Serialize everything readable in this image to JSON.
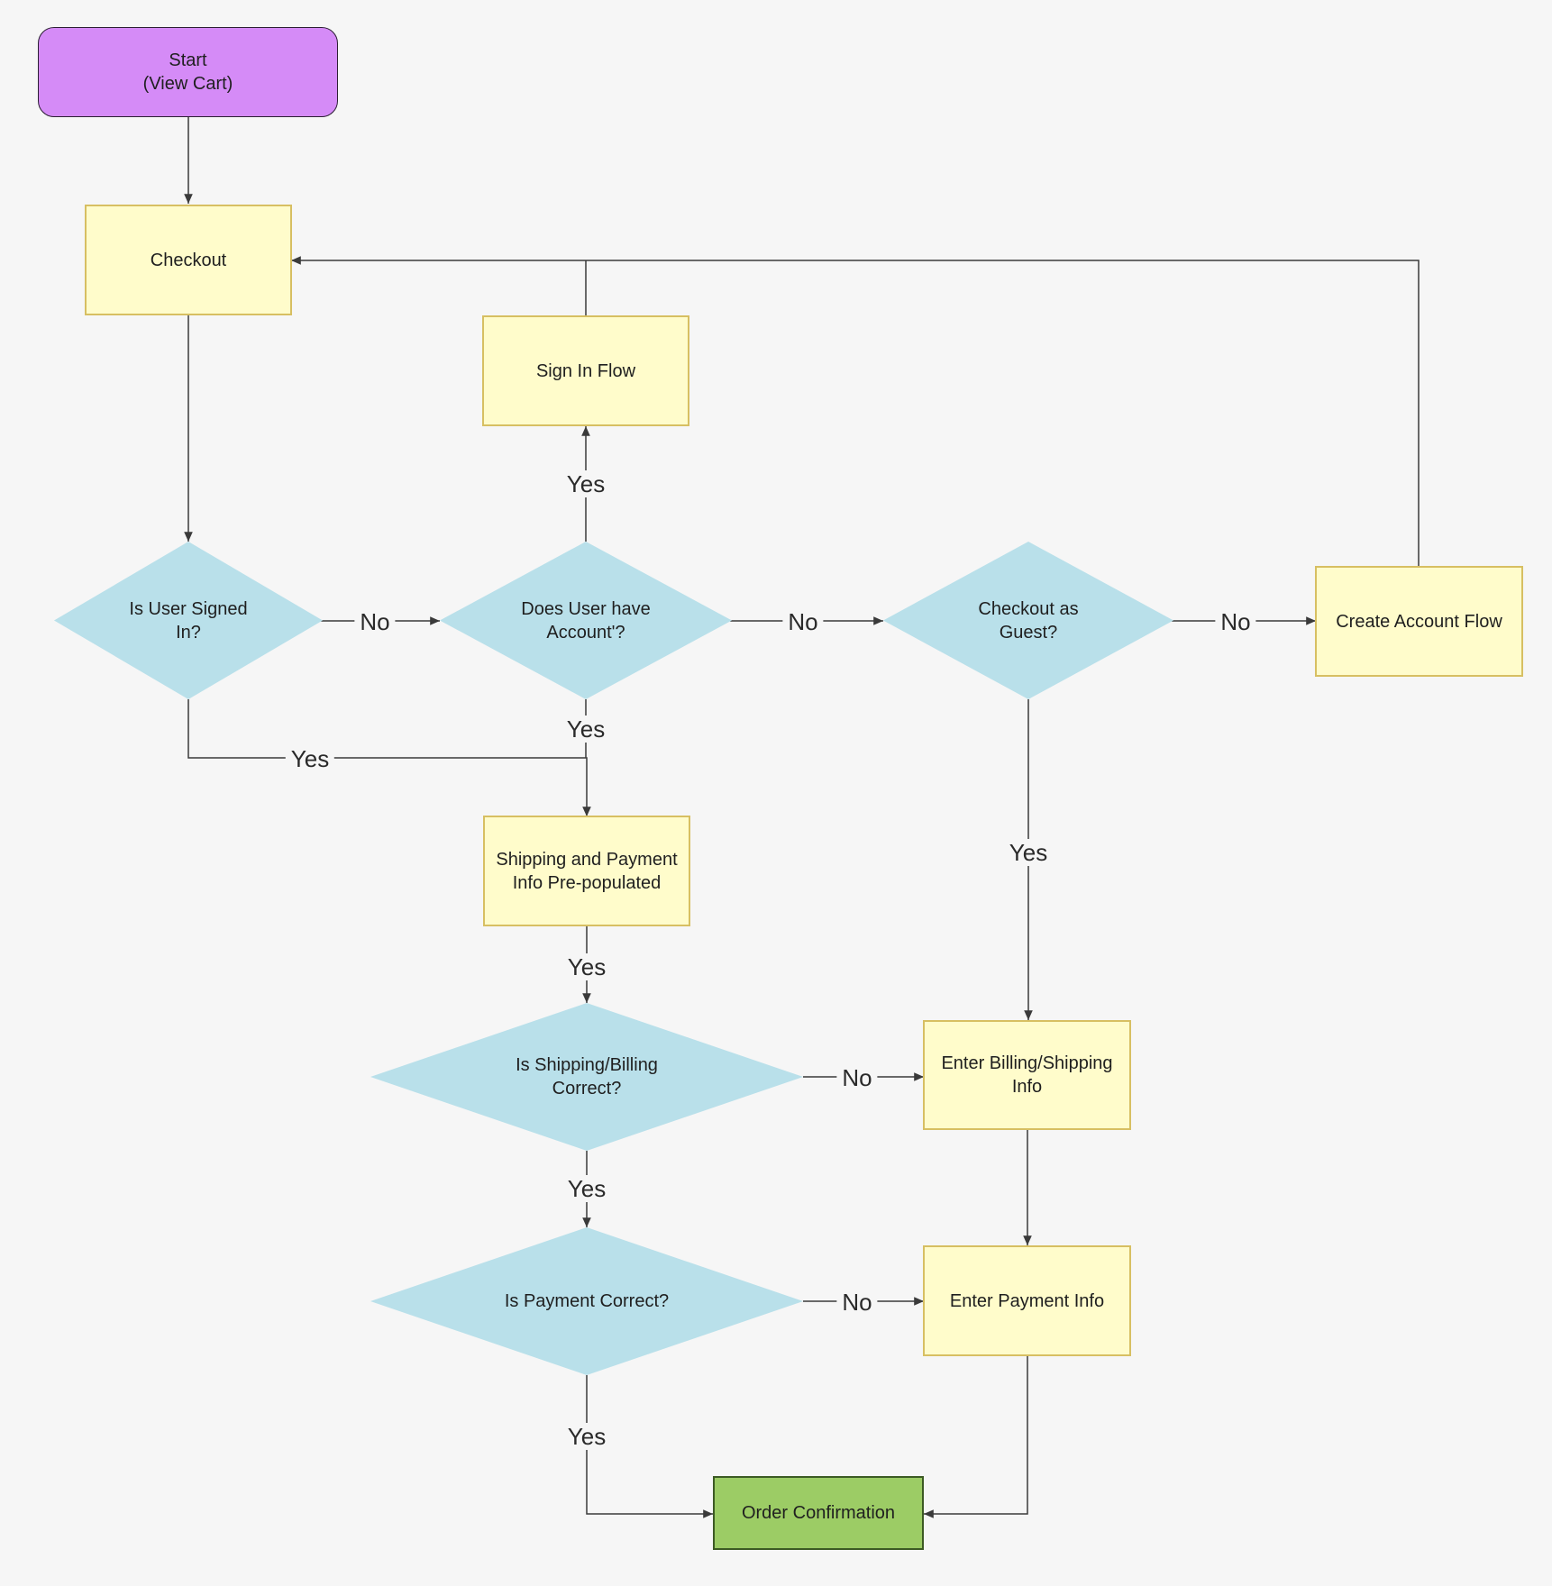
{
  "colors": {
    "background": "#f6f6f6",
    "terminal": "#d58bf7",
    "process": "#fffccb",
    "decision": "#b9e0ea",
    "final": "#9ccc65",
    "connector": "#3a3a3a"
  },
  "nodes": {
    "start": {
      "shape": "terminal",
      "text": "Start\n(View Cart)"
    },
    "checkout": {
      "shape": "process",
      "text": "Checkout"
    },
    "sign_in_flow": {
      "shape": "process",
      "text": "Sign In Flow"
    },
    "is_user_signed_in": {
      "shape": "decision",
      "text": "Is User Signed\nIn?"
    },
    "does_user_have_account": {
      "shape": "decision",
      "text": "Does User have\nAccount'?"
    },
    "checkout_as_guest": {
      "shape": "decision",
      "text": "Checkout as\nGuest?"
    },
    "create_account_flow": {
      "shape": "process",
      "text": "Create Account Flow"
    },
    "shipping_payment_prepopulated": {
      "shape": "process",
      "text": "Shipping and Payment\nInfo Pre-populated"
    },
    "is_shipping_billing_correct": {
      "shape": "decision",
      "text": "Is Shipping/Billing\nCorrect?"
    },
    "enter_billing_shipping": {
      "shape": "process",
      "text": "Enter Billing/Shipping\nInfo"
    },
    "is_payment_correct": {
      "shape": "decision",
      "text": "Is Payment Correct?"
    },
    "enter_payment_info": {
      "shape": "process",
      "text": "Enter Payment Info"
    },
    "order_confirmation": {
      "shape": "final",
      "text": "Order Confirmation"
    }
  },
  "edges": [
    {
      "from": "start",
      "to": "checkout",
      "label": ""
    },
    {
      "from": "checkout",
      "to": "is_user_signed_in",
      "label": ""
    },
    {
      "from": "is_user_signed_in",
      "to": "does_user_have_account",
      "label": "No"
    },
    {
      "from": "is_user_signed_in",
      "to": "shipping_payment_prepopulated",
      "label": "Yes"
    },
    {
      "from": "does_user_have_account",
      "to": "sign_in_flow",
      "label": "Yes"
    },
    {
      "from": "does_user_have_account",
      "to": "checkout_as_guest",
      "label": "No"
    },
    {
      "from": "does_user_have_account",
      "to": "shipping_payment_prepopulated",
      "label": "Yes"
    },
    {
      "from": "sign_in_flow",
      "to": "checkout",
      "label": ""
    },
    {
      "from": "checkout_as_guest",
      "to": "create_account_flow",
      "label": "No"
    },
    {
      "from": "checkout_as_guest",
      "to": "enter_billing_shipping",
      "label": "Yes"
    },
    {
      "from": "create_account_flow",
      "to": "checkout",
      "label": ""
    },
    {
      "from": "shipping_payment_prepopulated",
      "to": "is_shipping_billing_correct",
      "label": "Yes"
    },
    {
      "from": "is_shipping_billing_correct",
      "to": "enter_billing_shipping",
      "label": "No"
    },
    {
      "from": "is_shipping_billing_correct",
      "to": "is_payment_correct",
      "label": "Yes"
    },
    {
      "from": "enter_billing_shipping",
      "to": "enter_payment_info",
      "label": ""
    },
    {
      "from": "is_payment_correct",
      "to": "enter_payment_info",
      "label": "No"
    },
    {
      "from": "is_payment_correct",
      "to": "order_confirmation",
      "label": "Yes"
    },
    {
      "from": "enter_payment_info",
      "to": "order_confirmation",
      "label": ""
    }
  ]
}
